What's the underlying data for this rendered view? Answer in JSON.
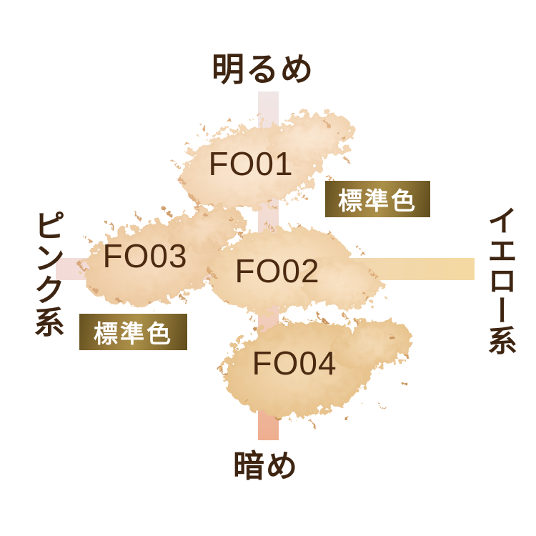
{
  "chart_data": {
    "type": "scatter",
    "title": "",
    "x_axis": {
      "negative_label": "ピンク系",
      "positive_label": "イエロー系",
      "range": [
        -1,
        1
      ]
    },
    "y_axis": {
      "negative_label": "暗め",
      "positive_label": "明るめ",
      "range": [
        -1,
        1
      ]
    },
    "points": [
      {
        "label": "FO01",
        "x": 0.0,
        "y": 0.65,
        "standard": false,
        "swatch_color": "#f7dfc4"
      },
      {
        "label": "FO02",
        "x": 0.05,
        "y": 0.0,
        "standard": true,
        "swatch_color": "#f5dbb8"
      },
      {
        "label": "FO03",
        "x": -0.55,
        "y": 0.05,
        "standard": true,
        "swatch_color": "#f2d4b1"
      },
      {
        "label": "FO04",
        "x": 0.15,
        "y": -0.55,
        "standard": false,
        "swatch_color": "#eecfa2"
      }
    ],
    "grid": false
  },
  "axis_labels": {
    "top": "明るめ",
    "bottom": "暗め",
    "left": "ピンク系",
    "right": "イエロー系"
  },
  "badges": {
    "left": "標準色",
    "right": "標準色"
  },
  "colors": {
    "label_text": "#4b2a11",
    "axis_text": "#3e2512",
    "badge_text": "#ffffff",
    "badge_gold_light": "#ab9049",
    "badge_gold_dark": "#5f4c1d",
    "vertical_axis_top": "#f1e6e6",
    "vertical_axis_bottom": "#eeae8f",
    "horizontal_axis_left": "#f3dcd9",
    "horizontal_axis_right": "#f4d9a1",
    "background": "#ffffff"
  }
}
